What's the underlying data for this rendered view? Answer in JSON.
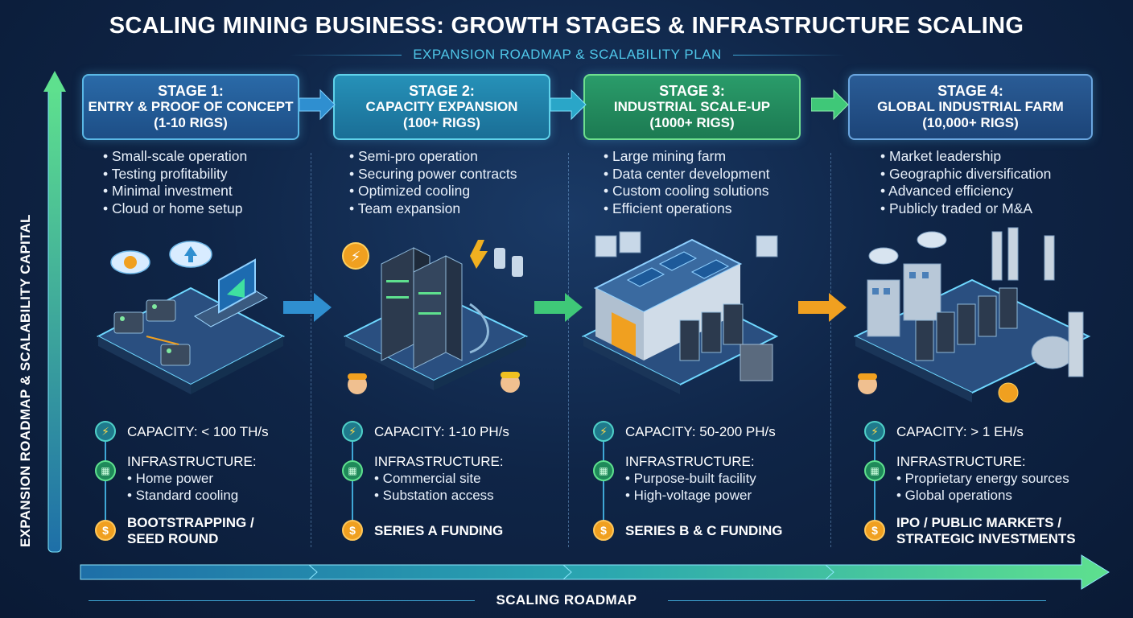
{
  "title": "SCALING MINING BUSINESS: GROWTH STAGES & INFRASTRUCTURE SCALING",
  "subtitle": "EXPANSION ROADMAP & SCALABILITY PLAN",
  "vertical_axis_label": "EXPANSION ROADMAP & SCALABILITY CAPITAL",
  "horizontal_axis_label": "SCALING ROADMAP",
  "colors": {
    "accent_blue": "#3fa7d6",
    "accent_green": "#5ee08e",
    "accent_orange": "#f0a020",
    "background": "#0f2547"
  },
  "stages": [
    {
      "number_label": "STAGE 1:",
      "name": "ENTRY & PROOF OF CONCEPT",
      "rigs": "(1-10 RIGS)",
      "bullets": [
        "Small-scale operation",
        "Testing profitability",
        "Minimal investment",
        "Cloud or home setup"
      ],
      "capacity": "CAPACITY: < 100 TH/s",
      "infrastructure_title": "INFRASTRUCTURE:",
      "infrastructure_items": [
        "• Home power",
        "• Standard cooling"
      ],
      "funding_lines": [
        "BOOTSTRAPPING /",
        "SEED ROUND"
      ]
    },
    {
      "number_label": "STAGE 2:",
      "name": "CAPACITY EXPANSION",
      "rigs": "(100+ RIGS)",
      "bullets": [
        "Semi-pro operation",
        "Securing power contracts",
        "Optimized cooling",
        "Team expansion"
      ],
      "capacity": "CAPACITY: 1-10 PH/s",
      "infrastructure_title": "INFRASTRUCTURE:",
      "infrastructure_items": [
        "• Commercial site",
        "• Substation access"
      ],
      "funding_lines": [
        "SERIES A FUNDING"
      ]
    },
    {
      "number_label": "STAGE 3:",
      "name": "INDUSTRIAL SCALE-UP",
      "rigs": "(1000+ RIGS)",
      "bullets": [
        "Large mining farm",
        "Data center development",
        "Custom cooling solutions",
        "Efficient operations"
      ],
      "capacity": "CAPACITY: 50-200 PH/s",
      "infrastructure_title": "INFRASTRUCTURE:",
      "infrastructure_items": [
        "• Purpose-built facility",
        "• High-voltage power"
      ],
      "funding_lines": [
        "SERIES B & C FUNDING"
      ]
    },
    {
      "number_label": "STAGE 4:",
      "name": "GLOBAL INDUSTRIAL FARM",
      "rigs": "(10,000+ RIGS)",
      "bullets": [
        "Market leadership",
        "Geographic diversification",
        "Advanced efficiency",
        "Publicly traded or M&A"
      ],
      "capacity": "CAPACITY: > 1 EH/s",
      "infrastructure_title": "INFRASTRUCTURE:",
      "infrastructure_items": [
        "• Proprietary energy sources",
        "• Global operations"
      ],
      "funding_lines": [
        "IPO / PUBLIC MARKETS /",
        "STRATEGIC INVESTMENTS"
      ]
    }
  ],
  "icons": {
    "capacity": "lightning-bolt-icon",
    "infrastructure": "building-icon",
    "funding": "dollar-coin-icon",
    "dollar_glyph": "$",
    "bolt_glyph": "⚡"
  }
}
